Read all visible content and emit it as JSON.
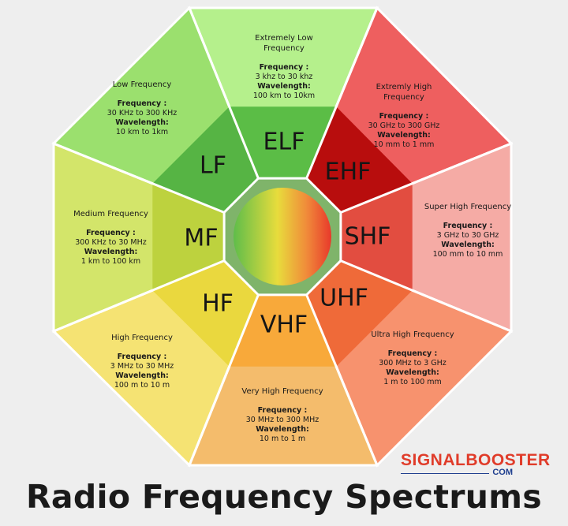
{
  "title": "Radio Frequency Spectrums",
  "logo": {
    "brand": "SIGNALBOOSTER",
    "domain": "COM"
  },
  "segments": [
    {
      "abbr": "ELF",
      "name_lines": [
        "Extremely Low",
        "Frequency"
      ],
      "frequency_label": "Frequency :",
      "frequency": "3 khz to 30 khz",
      "wavelength_label": "Wavelength:",
      "wavelength": "100 km to 10km",
      "outer_color": "#b5f08c",
      "inner_color": "#5bbd46"
    },
    {
      "abbr": "EHF",
      "name_lines": [
        "Extremly High",
        "Frequency"
      ],
      "frequency_label": "Frequency :",
      "frequency": "30 GHz to 300 GHz",
      "wavelength_label": "Wavelength:",
      "wavelength": "10 mm to 1 mm",
      "outer_color": "#ee5f5f",
      "inner_color": "#b80d0d"
    },
    {
      "abbr": "SHF",
      "name_lines": [
        "Super High Frequency"
      ],
      "frequency_label": "Frequency :",
      "frequency": "3 GHz to 30 GHz",
      "wavelength_label": "Wavelength:",
      "wavelength": "100 mm to 10 mm",
      "outer_color": "#f5aba5",
      "inner_color": "#e24d40"
    },
    {
      "abbr": "UHF",
      "name_lines": [
        "Ultra High Frequency"
      ],
      "frequency_label": "Frequency :",
      "frequency": "300 MHz to 3 GHz",
      "wavelength_label": "Wavelength:",
      "wavelength": "1 m to 100 mm",
      "outer_color": "#f7926e",
      "inner_color": "#ef6a39"
    },
    {
      "abbr": "VHF",
      "name_lines": [
        "Very High Frequency"
      ],
      "frequency_label": "Frequency :",
      "frequency": "30 MHz to 300 MHz",
      "wavelength_label": "Wavelength:",
      "wavelength": "10 m to 1 m",
      "outer_color": "#f4bc6c",
      "inner_color": "#f8a93a"
    },
    {
      "abbr": "HF",
      "name_lines": [
        "High Frequency"
      ],
      "frequency_label": "Frequency :",
      "frequency": "3 MHz to 30 MHz",
      "wavelength_label": "Wavelength:",
      "wavelength": "100 m to 10 m",
      "outer_color": "#f5e373",
      "inner_color": "#ead83e"
    },
    {
      "abbr": "MF",
      "name_lines": [
        "Medium Frequency"
      ],
      "frequency_label": "Frequency :",
      "frequency": "300 KHz to 30 MHz",
      "wavelength_label": "Wavelength:",
      "wavelength": "1 km to 100 km",
      "outer_color": "#d3e56a",
      "inner_color": "#bdd23e"
    },
    {
      "abbr": "LF",
      "name_lines": [
        "Low Frequency"
      ],
      "frequency_label": "Frequency :",
      "frequency": "30 KHz to 300 KHz",
      "wavelength_label": "Wavelength:",
      "wavelength": "10 km to 1km",
      "outer_color": "#9be06e",
      "inner_color": "#56b444"
    }
  ],
  "center": {
    "ring_color": "#7fb46a",
    "gradient": [
      "#5fbd4a",
      "#e8dc3c",
      "#f08a3a",
      "#e8392b"
    ]
  }
}
